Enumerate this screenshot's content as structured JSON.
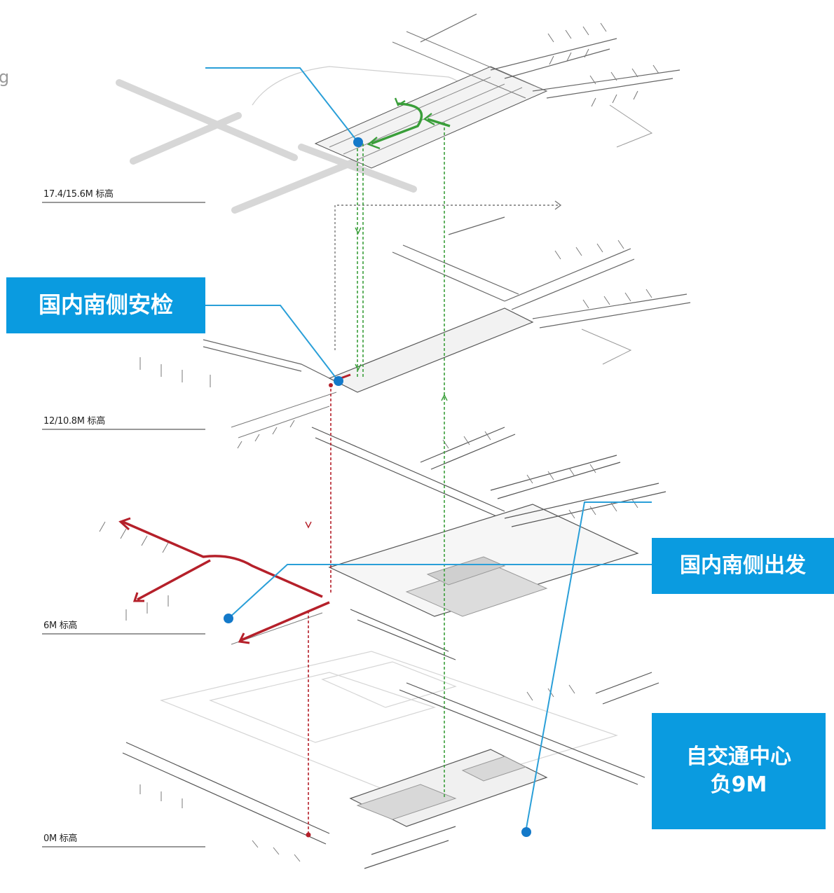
{
  "corner_fragment": "g",
  "levels": [
    {
      "label": "17.4/15.6M 标高"
    },
    {
      "label": "12/10.8M 标高"
    },
    {
      "label": "6M 标高"
    },
    {
      "label": "0M 标高"
    }
  ],
  "callouts": {
    "security": "国内南侧安检",
    "departure": "国内南侧出发",
    "transport_line1": "自交通中心",
    "transport_line2": "负9M"
  },
  "colors": {
    "callout_bg": "#0a9be0",
    "leader": "#2a9fd8",
    "marker": "#1479c9",
    "green_route": "#3a9e3a",
    "red_route": "#b5202a",
    "grey_route": "#777777",
    "plan_lines": "#8a8a8a"
  },
  "icons": [
    "location-dot-icon",
    "arrow-head-icon"
  ]
}
